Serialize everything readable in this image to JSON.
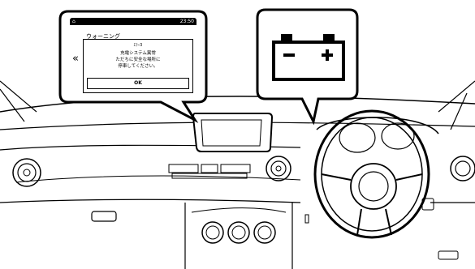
{
  "screen": {
    "clock": "23:50",
    "home_icon": "home-icon",
    "header": "ウォーニング",
    "back_icon": "chevron-left-icon",
    "dialog": {
      "code": "ｴﾗｰ3",
      "line1": "充電システム異常",
      "line2": "ただちに安全な場所に",
      "line3": "停車してください。",
      "line4": "",
      "ok_label": "OK"
    }
  },
  "indicator": {
    "icon": "battery-warning-icon",
    "minus_symbol": "−",
    "plus_symbol": "+"
  },
  "colors": {
    "line": "#000000",
    "background": "#ffffff"
  }
}
